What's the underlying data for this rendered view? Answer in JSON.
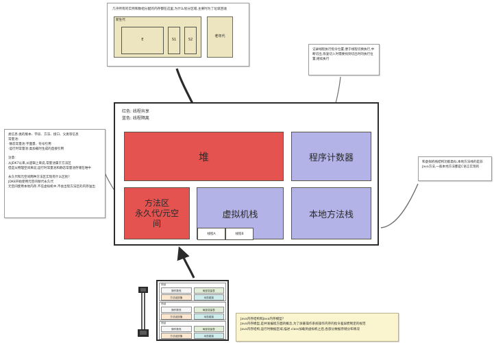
{
  "heap_detail": {
    "text": "几乎所有的实例和数组分配的内存都在这里,为什么划分区域,主要时为了垃圾回收",
    "young_gen_label": "新生代",
    "eden_label": "E",
    "survivor1_label": "S1",
    "survivor2_label": "S2",
    "old_gen_label": "老年代"
  },
  "jvm": {
    "legend_shared": "红色: 线程共享",
    "legend_isolated": "蓝色: 线程隔离",
    "heap_label": "堆",
    "pc_label": "程序计数器",
    "method_area_label": "方法区\n永久代/元空间",
    "method_area_line1": "方法区",
    "method_area_line2": "永久代/元空",
    "method_area_line3": "间",
    "vm_stack_label": "虚拟机栈",
    "native_stack_label": "本地方法栈",
    "thread_a_label": "线程A",
    "thread_b_label": "线程B"
  },
  "frame_stack": {
    "frame_label": "栈帧",
    "operand_stack": "操作数栈",
    "local_vars": "局部变量表",
    "return_value": "方法返回值",
    "dynamic_link": "动态链接",
    "frames": [
      {
        "label": "栈帧"
      },
      {
        "label": "栈帧"
      },
      {
        "label": "栈帧"
      }
    ]
  },
  "notes": {
    "method_area": {
      "line1": "类信息:类的版本、字段、方法、接口、父类等信息",
      "line2": "常量池:",
      "line3": "·静态常量池:字面量、符号引用",
      "line4": "·运行时常量池:类加载时生成的直接引用",
      "line5": "注意:",
      "line6": "从JDK7以来,从逻辑上来说,常量池属于方法区",
      "line7": "但是从物理空间来说,运行时常量池和静态常量池存储在堆中",
      "line8": "永久代和元空间两种方法区实现有什么区别?",
      "line9": "JDK8开始使用元空间替代永久代",
      "line10": "元空间使用本地内存,不在虚拟机中,不会出现方法区的内存溢出"
    },
    "pc_counter": {
      "text": "记录线程执行指令位置,便于线程切换执行,中断切出,恢复切入时需要找到切出时的执行位置,继续执行"
    },
    "native_stack": {
      "text": "和虚拟机栈结构功能类似,本地方法栈的是非Java方法,一般本地方法都是C语言实现的"
    },
    "bottom": {
      "line1": "Java内存结构和Java内存模型?",
      "line2": "Java内存模型,是并发编程方面的概念,为了屏蔽操作系统操作内存的指令差异而制定的规范",
      "line3": "Java内存结构,运行时数据区域,描述.class加载到虚拟机之后,各部分数据存储分布情况"
    }
  },
  "colors": {
    "shared_red": "#e4534f",
    "isolated_blue": "#b3b3e8",
    "heap_beige": "#ece5c0",
    "note_yellow": "#fbf5cf",
    "border_dark": "#2b2b2b"
  }
}
